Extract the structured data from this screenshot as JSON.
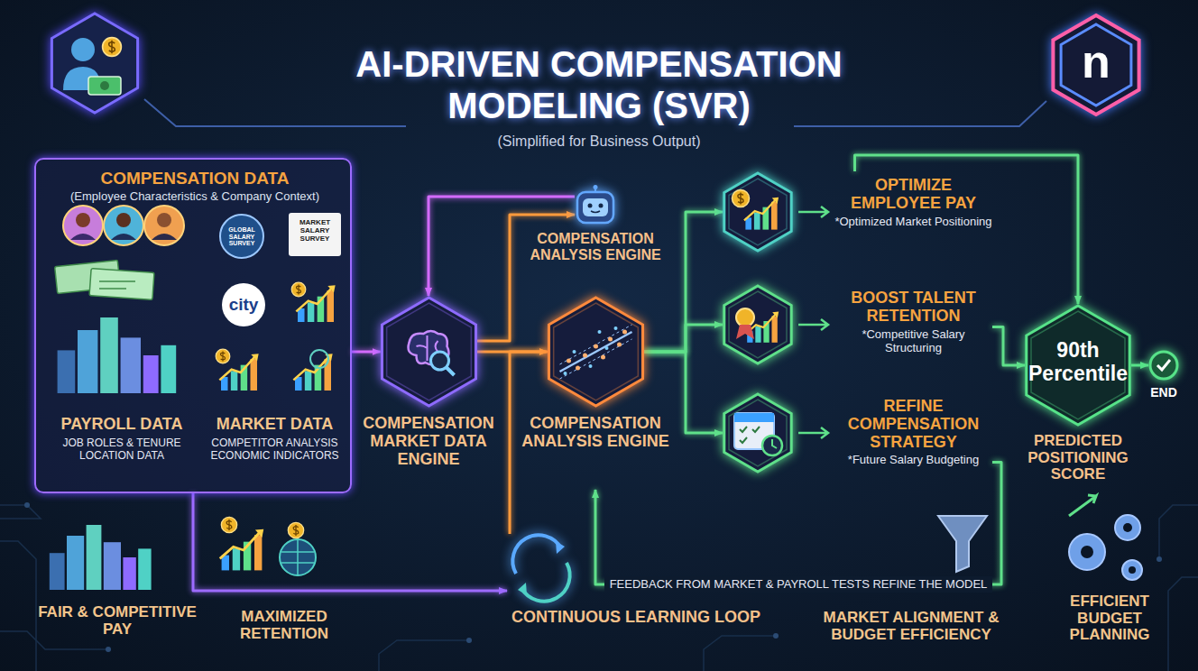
{
  "diagram": {
    "title": "AI-DRIVEN COMPENSATION MODELING (SVR)",
    "nodes": [
      {
        "text": [
          "COMPENSATION DATA",
          "(Employee Characteristics & Company Context)"
        ]
      },
      {
        "text": [
          "PAYROLL DATA",
          "JOB ROLES & TENURE LOCATION DATA"
        ],
        "in": 0
      },
      {
        "text": [
          "MARKET DATA",
          "COMPETITOR ANALYSIS ECONOMIC INDICATORS"
        ],
        "in": 0
      },
      {
        "text": [
          "COMPENSATION MARKET DATA ENGINE"
        ]
      },
      {
        "text": [
          "COMPENSATION ANALYSIS ENGINE"
        ]
      },
      {
        "text": [
          "COMPENSATION ANALYSIS ENGINE"
        ]
      },
      {
        "text": [
          "OPTIMIZE EMPLOYEE PAY",
          "*Optimized Market Positioning"
        ]
      },
      {
        "text": [
          "BOOST TALENT RETENTION",
          "*Competitive Salary Structuring"
        ]
      },
      {
        "text": [
          "REFINE COMPENSATION STRATEGY",
          "*Future Salary Budgeting"
        ]
      },
      {
        "text": [
          "90th Percentile",
          "PREDICTED POSITIONING SCORE"
        ]
      },
      {
        "text": [
          "END"
        ]
      },
      {
        "text": [
          "CONTINUOUS LEARNING LOOP"
        ]
      }
    ],
    "edges": [
      {
        "from": 0,
        "to": 3,
        "arrow": "to"
      },
      {
        "from": 3,
        "to": 4,
        "arrow": "to"
      },
      {
        "from": 3,
        "to": 5,
        "arrow": "to"
      },
      {
        "from": 4,
        "to": 3,
        "arrow": "to"
      },
      {
        "from": 5,
        "to": 6,
        "arrow": "to"
      },
      {
        "from": 5,
        "to": 7,
        "arrow": "to"
      },
      {
        "from": 5,
        "to": 8,
        "arrow": "to"
      },
      {
        "from": 6,
        "to": 9,
        "arrow": "to"
      },
      {
        "from": 7,
        "to": 9,
        "arrow": "to"
      },
      {
        "from": 9,
        "to": 10,
        "arrow": "to"
      },
      {
        "from": 0,
        "to": 11,
        "arrow": "to"
      },
      {
        "from": 11,
        "to": 5,
        "arrow": "to"
      },
      {
        "from": 8,
        "to": 5,
        "label": "FEEDBACK FROM MARKET & PAYROLL TESTS REFINE THE MODEL",
        "arrow": "to"
      }
    ],
    "labels": [
      "(Simplified for Business Output)",
      "n",
      "GLOBAL SALARY SURVEY",
      "MARKET SALARY SURVEY",
      "city",
      "FAIR & COMPETITIVE PAY",
      "MAXIMIZED RETENTION",
      "MARKET ALIGNMENT & BUDGET EFFICIENCY",
      "EFFICIENT BUDGET PLANNING"
    ]
  }
}
